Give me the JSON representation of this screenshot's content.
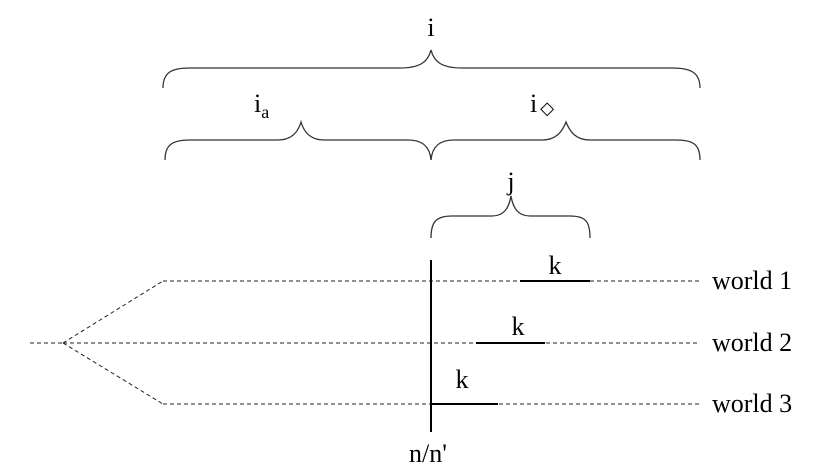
{
  "intervals": {
    "i": "i",
    "i_a_base": "i",
    "i_a_sub": "a",
    "i_diamond_base": "i",
    "i_diamond_sub": "◇",
    "j": "j"
  },
  "events": [
    "k",
    "k",
    "k"
  ],
  "worlds": [
    "world 1",
    "world 2",
    "world 3"
  ],
  "now_label": "n/n'"
}
